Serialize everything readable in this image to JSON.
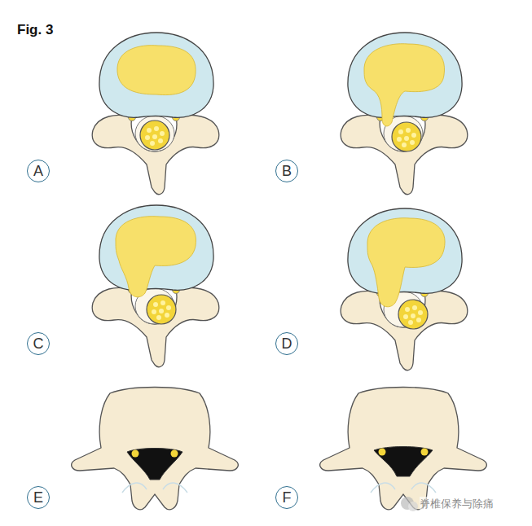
{
  "diagram": {
    "title": "Fig. 3",
    "nodes": [
      {
        "text": [
          "A"
        ]
      },
      {
        "text": [
          "B"
        ]
      },
      {
        "text": [
          "C"
        ]
      },
      {
        "text": [
          "D"
        ]
      },
      {
        "text": [
          "E"
        ]
      },
      {
        "text": [
          "F"
        ]
      }
    ],
    "labels": [
      "脊椎保养与除痛"
    ]
  }
}
